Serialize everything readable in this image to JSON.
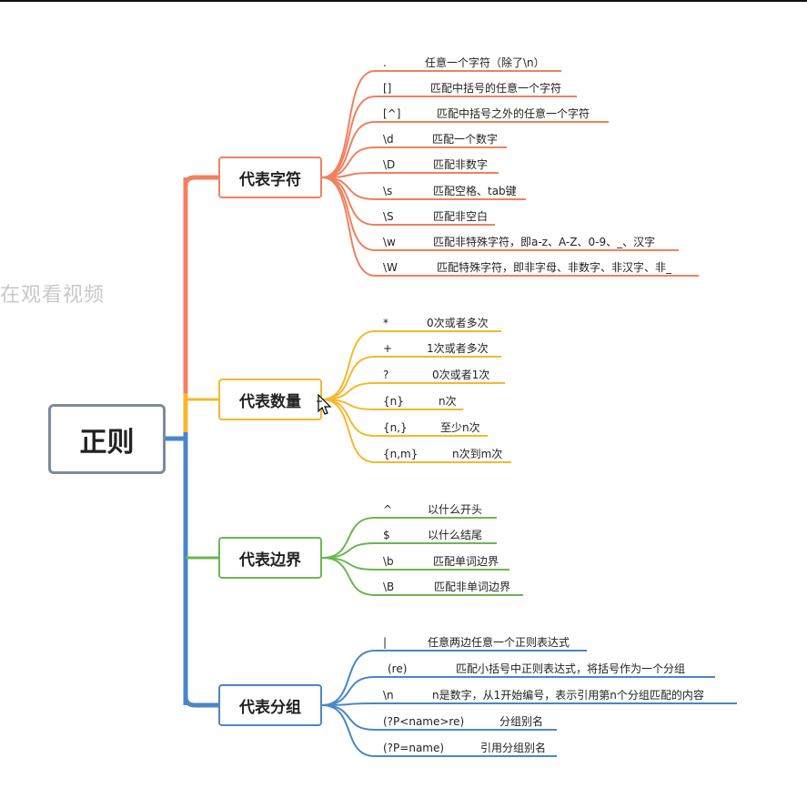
{
  "root": {
    "label": "正则"
  },
  "watermark": "在观看视频",
  "colors": {
    "red": "#f08060",
    "orange": "#f5b82e",
    "green": "#6cb650",
    "blue": "#4a86c8",
    "root_border": "#7d8b99"
  },
  "branches": [
    {
      "label": "代表字符",
      "color": "#f08060",
      "items": [
        {
          "symbol": ".",
          "desc": "任意一个字符（除了\\n）"
        },
        {
          "symbol": "[]",
          "desc": "匹配中括号的任意一个字符"
        },
        {
          "symbol": "[^]",
          "desc": "匹配中括号之外的任意一个字符"
        },
        {
          "symbol": "\\d",
          "desc": "匹配一个数字"
        },
        {
          "symbol": "\\D",
          "desc": "匹配非数字"
        },
        {
          "symbol": "\\s",
          "desc": "匹配空格、tab键"
        },
        {
          "symbol": "\\S",
          "desc": "匹配非空白"
        },
        {
          "symbol": "\\w",
          "desc": "匹配非特殊字符，即a-z、A-Z、0-9、_、汉字"
        },
        {
          "symbol": "\\W",
          "desc": "匹配特殊字符，即非字母、非数字、非汉字、非_"
        }
      ]
    },
    {
      "label": "代表数量",
      "color": "#f5b82e",
      "items": [
        {
          "symbol": "*",
          "desc": "0次或者多次"
        },
        {
          "symbol": "+",
          "desc": "1次或者多次"
        },
        {
          "symbol": "?",
          "desc": "0次或者1次"
        },
        {
          "symbol": "{n}",
          "desc": "n次"
        },
        {
          "symbol": "{n,}",
          "desc": "至少n次"
        },
        {
          "symbol": "{n,m}",
          "desc": "n次到m次"
        }
      ]
    },
    {
      "label": "代表边界",
      "color": "#6cb650",
      "items": [
        {
          "symbol": "^",
          "desc": "以什么开头"
        },
        {
          "symbol": "$",
          "desc": "以什么结尾"
        },
        {
          "symbol": "\\b",
          "desc": "匹配单词边界"
        },
        {
          "symbol": "\\B",
          "desc": "匹配非单词边界"
        }
      ]
    },
    {
      "label": "代表分组",
      "color": "#4a86c8",
      "items": [
        {
          "symbol": "|",
          "desc": "任意两边任意一个正则表达式"
        },
        {
          "symbol": "(re)",
          "desc": "匹配小括号中正则表达式，将括号作为一个分组"
        },
        {
          "symbol": "\\n",
          "desc": "n是数字，从1开始编号，表示引用第n个分组匹配的内容"
        },
        {
          "symbol": "(?P<name>re)",
          "desc": "分组别名"
        },
        {
          "symbol": "(?P=name)",
          "desc": "引用分组别名"
        }
      ]
    }
  ]
}
